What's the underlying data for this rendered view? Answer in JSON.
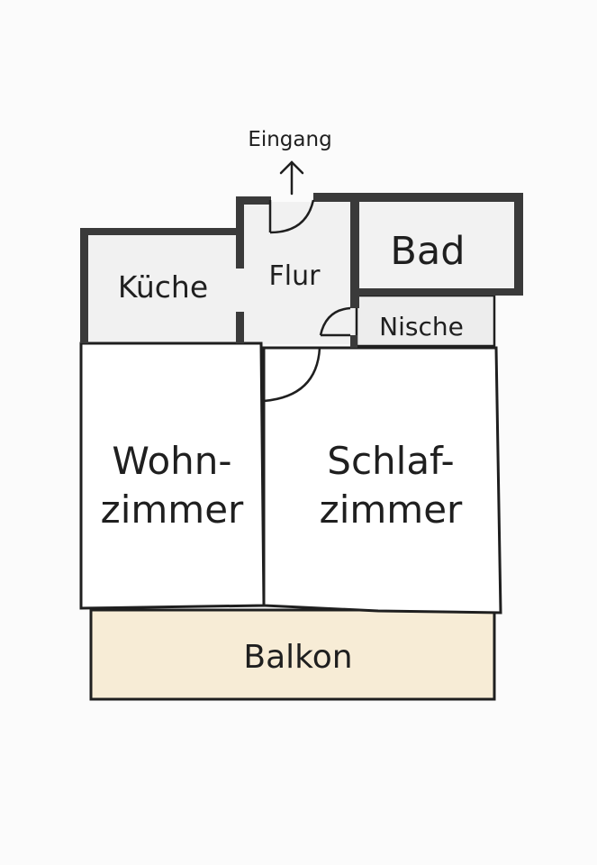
{
  "floorplan": {
    "entrance_label": "Eingang",
    "rooms": {
      "kueche": "Küche",
      "flur": "Flur",
      "bad": "Bad",
      "nische": "Nische",
      "wohnzimmer_line1": "Wohn-",
      "wohnzimmer_line2": "zimmer",
      "schlafzimmer_line1": "Schlaf-",
      "schlafzimmer_line2": "zimmer",
      "balkon": "Balkon"
    },
    "colors": {
      "wall": "#3a3a3a",
      "line": "#1f1f1f",
      "room_fill": "#f1f1f1",
      "main_room_fill": "#ffffff",
      "balcony_fill": "#f7ecd6",
      "background": "#fbfbfb"
    }
  }
}
